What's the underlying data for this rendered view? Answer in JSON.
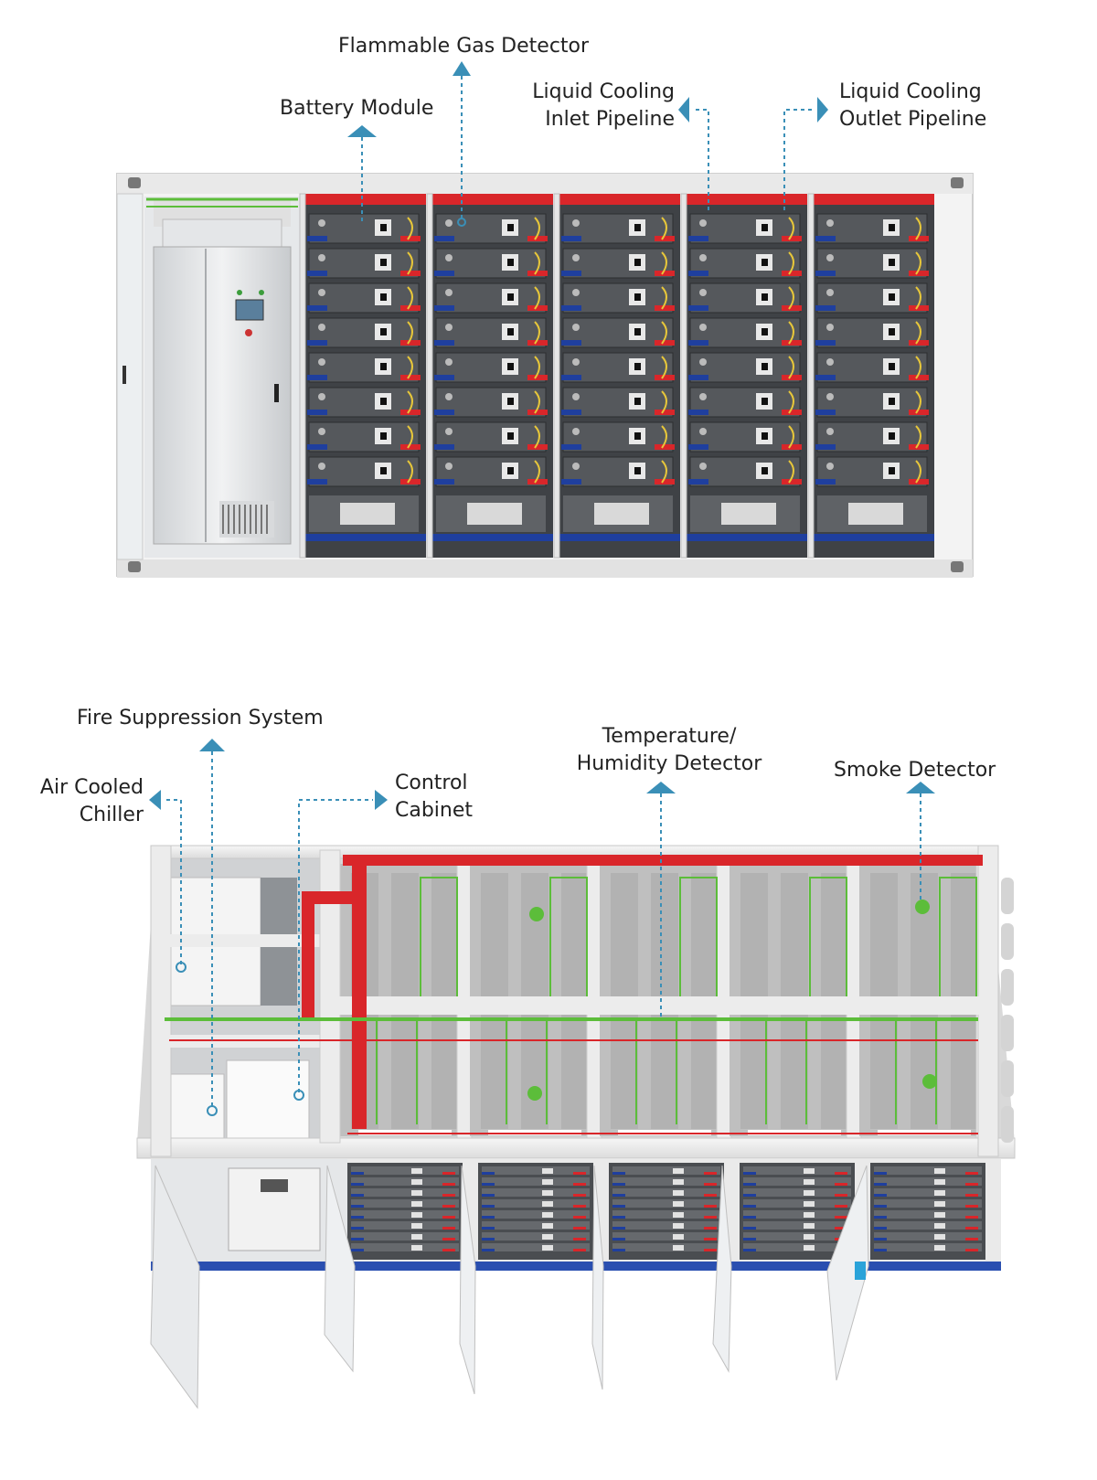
{
  "colors": {
    "leader": "#3a8fb7",
    "pipe_red": "#d9262a",
    "pipe_blue": "#1f3f9e",
    "wire_green": "#5cbd3a",
    "frame": "#e8e8e8",
    "module": "#55585c",
    "cable_yellow": "#e6c63a"
  },
  "top_view": {
    "labels": {
      "flammable_gas": "Flammable Gas Detector",
      "battery_module": "Battery Module",
      "inlet_line1": "Liquid Cooling",
      "inlet_line2": "Inlet Pipeline",
      "outlet_line1": "Liquid Cooling",
      "outlet_line2": "Outlet Pipeline"
    },
    "battery_racks": 5,
    "modules_per_rack": 8
  },
  "bottom_view": {
    "labels": {
      "fire_suppression": "Fire Suppression System",
      "chiller_line1": "Air Cooled",
      "chiller_line2": "Chiller",
      "control_line1": "Control",
      "control_line2": "Cabinet",
      "temp_line1": "Temperature/",
      "temp_line2": "Humidity Detector",
      "smoke": "Smoke Detector"
    },
    "bays": 5
  }
}
